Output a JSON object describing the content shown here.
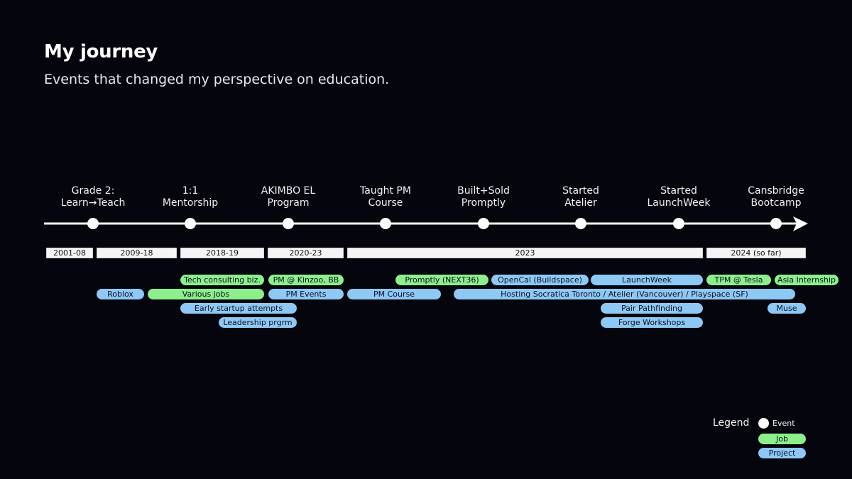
{
  "header": {
    "title": "My journey",
    "subtitle": "Events that changed my perspective on education."
  },
  "events": [
    {
      "line1": "Grade 2:",
      "line2": "Learn→Teach"
    },
    {
      "line1": "1:1",
      "line2": "Mentorship"
    },
    {
      "line1": "AKIMBO EL",
      "line2": "Program"
    },
    {
      "line1": "Taught PM",
      "line2": "Course"
    },
    {
      "line1": "Built+Sold",
      "line2": "Promptly"
    },
    {
      "line1": "Started",
      "line2": "Atelier"
    },
    {
      "line1": "Started",
      "line2": "LaunchWeek"
    },
    {
      "line1": "Cansbridge",
      "line2": "Bootcamp"
    }
  ],
  "periods": [
    "2001-08",
    "2009-18",
    "2018-19",
    "2020-23",
    "2023",
    "2024 (so far)"
  ],
  "items": [
    {
      "label": "Tech consulting biz.",
      "kind": "job"
    },
    {
      "label": "PM @ Kinzoo, BB",
      "kind": "job"
    },
    {
      "label": "Promptly (NEXT36)",
      "kind": "job"
    },
    {
      "label": "OpenCal (Buildspace)",
      "kind": "project"
    },
    {
      "label": "LaunchWeek",
      "kind": "project"
    },
    {
      "label": "TPM @ Tesla",
      "kind": "job"
    },
    {
      "label": "Asia Internship",
      "kind": "job"
    },
    {
      "label": "Roblox",
      "kind": "project"
    },
    {
      "label": "Various jobs",
      "kind": "job"
    },
    {
      "label": "PM Events",
      "kind": "project"
    },
    {
      "label": "PM Course",
      "kind": "project"
    },
    {
      "label": "Hosting Socratica Toronto / Atelier (Vancouver) / Playspace (SF)",
      "kind": "project"
    },
    {
      "label": "Early startup attempts",
      "kind": "project"
    },
    {
      "label": "Pair Pathfinding",
      "kind": "project"
    },
    {
      "label": "Muse",
      "kind": "project"
    },
    {
      "label": "Leadership prgrm",
      "kind": "project"
    },
    {
      "label": "Forge Workshops",
      "kind": "project"
    }
  ],
  "legend": {
    "title": "Legend",
    "event": "Event",
    "job": "Job",
    "project": "Project"
  },
  "colors": {
    "background": "#05050d",
    "job": "#8cef8c",
    "project": "#8ec8f5",
    "line": "#ffffff"
  }
}
